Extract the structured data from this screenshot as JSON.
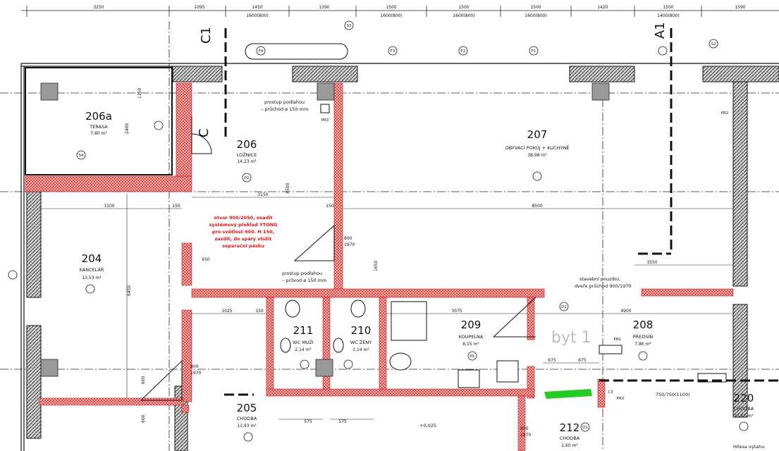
{
  "top_dimensions": [
    {
      "top": "3250",
      "bottom": ""
    },
    {
      "top": "1095",
      "bottom": ""
    },
    {
      "top": "1450",
      "bottom": "1600(800)"
    },
    {
      "top": "1390",
      "bottom": ""
    },
    {
      "top": "1500",
      "bottom": "1600(800)"
    },
    {
      "top": "1500",
      "bottom": "1600(800)"
    },
    {
      "top": "1500",
      "bottom": "1600(800)"
    },
    {
      "top": "1420",
      "bottom": ""
    },
    {
      "top": "1500",
      "bottom": "1400(800)"
    },
    {
      "top": "1590",
      "bottom": ""
    }
  ],
  "axis_labels": {
    "c1": "C1",
    "a1": "A1",
    "c": "C"
  },
  "rooms": [
    {
      "id": "206a",
      "number": "206a",
      "name": "TERASA",
      "area": "7,80 m²"
    },
    {
      "id": "206",
      "number": "206",
      "name": "LOŽNICE",
      "area": "14,23 m²"
    },
    {
      "id": "207",
      "number": "207",
      "name": "OBÝVACÍ POKOJ + KUCHYNĚ",
      "area": "38,98 m²"
    },
    {
      "id": "204",
      "number": "204",
      "name": "KANCELÁŘ",
      "area": "13,53 m²"
    },
    {
      "id": "211",
      "number": "211",
      "name": "WC MUŽI",
      "area": "2,14 m²"
    },
    {
      "id": "210",
      "number": "210",
      "name": "WC ŽENY",
      "area": "2,14 m²"
    },
    {
      "id": "209",
      "number": "209",
      "name": "KOUPELNA",
      "area": "8,15 m²"
    },
    {
      "id": "208",
      "number": "208",
      "name": "PŘEDSÍŇ",
      "area": "7,86 m²"
    },
    {
      "id": "205",
      "number": "205",
      "name": "CHODBA",
      "area": "13,93 m²"
    },
    {
      "id": "212",
      "number": "212",
      "name": "CHODBA",
      "area": "2,60 m²"
    },
    {
      "id": "220",
      "number": "220",
      "name": "CHODBA",
      "area": "21,61 m²"
    }
  ],
  "notes": {
    "prostup_top_1": "prostup podlahou",
    "prostup_top_2": "– průchod ø 150 mm",
    "prostup_mid_1": "prostup podlahou",
    "prostup_mid_2": "– průvod ø 150 mm",
    "red_note": [
      "otvor 900/2050, osadit",
      "systémový překlad YTONG",
      "pro světlost 900. H 150,",
      "zazdít, do spáry vložit",
      "separační pásku"
    ],
    "steel_1": "stavební pouzdro,",
    "steel_2": "dveře průchod 900/1970",
    "byt": "byt 1",
    "level": "+0,025",
    "elevator": "750/750(1100)",
    "hilesa": "Hilesa výtahu"
  },
  "inner_dimensions": {
    "d3150": "3150",
    "d3100": "3100",
    "d150a": "150",
    "d150b": "150",
    "d8500": "8500",
    "d3550": "3550",
    "d4900": "4900",
    "d650": "650",
    "d1025": "1025",
    "d150c": "150",
    "d3075": "3075",
    "d575a": "575",
    "d575b": "575",
    "d675a": "675",
    "d675b": "675",
    "d6450": "6450",
    "d4500": "4500",
    "d1650": "1650",
    "d2400": "2400",
    "d1350": "1350",
    "d800a": "800",
    "d1970a": "1970",
    "d800b": "800",
    "d1970b": "1970",
    "d800c": "800",
    "d1970c": "1970",
    "d600": "600",
    "d600b": "600"
  },
  "tags": {
    "pr3": "PR3",
    "pr2": "PR2",
    "pr1": "PR1",
    "prx": "PRX",
    "c3": "C3",
    "f4": "F4",
    "f3": "F3",
    "f2": "F2",
    "f1": "F1",
    "s2": "S2",
    "s3": "S3",
    "s4": "S4",
    "p2": "P2",
    "p1": "P1",
    "d2": "D2",
    "d1": "D1"
  }
}
